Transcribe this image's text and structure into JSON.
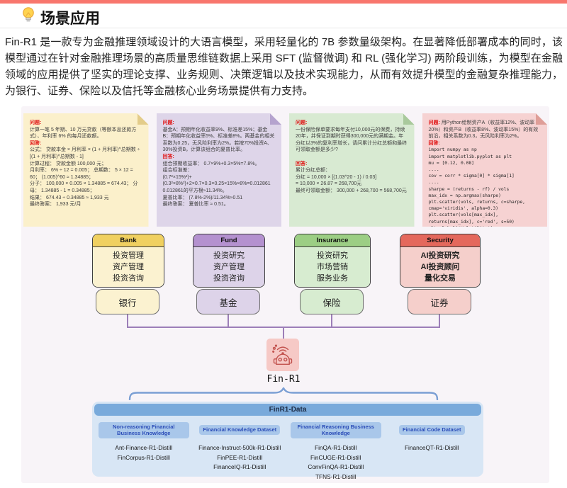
{
  "page": {
    "title": "场景应用",
    "intro": "Fin-R1 是一款专为金融推理领域设计的大语言模型，采用轻量化的 7B 参数量级架构。在显著降低部署成本的同时，该模型通过在针对金融推理场景的高质量思维链数据上采用 SFT (监督微调) 和 RL (强化学习) 两阶段训练，为模型在金融领域的应用提供了坚实的理论支撑、业务规则、决策逻辑以及技术实现能力，从而有效提升模型的金融复杂推理能力，为银行、证券、保险以及信托等金融核心业务场景提供有力支持。"
  },
  "notes": [
    {
      "q_label": "问题:",
      "q_text": "计算一笔 5 年期、10 万元贷款（等额本息还款方式）、年利率 6% 的每月还款额。",
      "a_label": "回答:",
      "a_text": "公式： 贷款本金 × 月利率 × (1 + 月利率)^总期数 ÷ [(1 + 月利率)^总期数 - 1]\n计算过程： 贷款金额 100,000 元；\n月利率： 6% ÷ 12 = 0.005； 总期数： 5 × 12 = 60； (1.005)^60 ≈ 1.34885；\n分子： 100,000 × 0.005 × 1.34885 = 674.43； 分母： 1.34885 - 1 = 0.34885；\n结果： 674.43 ÷ 0.34885 ≈ 1,933 元\n最终答案： 1,933 元/月"
    },
    {
      "q_label": "问题:",
      "q_text": "基金A：预期年化收益率9%、标准差15%；基金B：预期年化收益率5%、标准差8%。两基金的相关系数为0.25，无风险利率为2%。若按70%投资A、30%投资B，计算该组合的夏普比率。",
      "a_label": "回答:",
      "a_text": "组合预期收益率： 0.7×9%+0.3×5%=7.8%。\n组合标准差：\n(0.7²×15%²)+(0.3²×8%²)+2×0.7×0.3×0.25×15%×8%=0.012861\n0.012861的平方根≈11.34%。\n夏普比率： (7.8%-2%)/11.34%≈0.51\n最终答案： 夏普比率 ≈ 0.51。"
    },
    {
      "q_label": "问题:",
      "q_text": "一份保险保单要求每年支付10,000元的保费，持续20年，并保证到期时获得300,000元的满期金。年分红以3%的复利率增长，请问累计分红总额和最终可领取金额是多少?\n ",
      "a_label": "回答:",
      "a_text": "累计分红总额：\n分红 = 10,000 × [(1.03^20 - 1) / 0.03]\n= 10,000 × 26.87 = 268,700元\n最终可领取金额： 300,000 + 268,700 = 568,700元"
    },
    {
      "q_label": "问题:",
      "q_text": " 用Python绘制资产A（收益率12%、波动率20%）和资产B（收益率8%、波动率15%）的有效前沿，相关系数为0.3，无风险利率为2%。",
      "a_label": "回答:",
      "a_text": "import numpy as np\nimport matplotlib.pyplot as plt\nmu = [0.12, 0.08]\n....\ncov = corr * sigma[0] * sigma[1]\n....\nsharpe = (returns - rf) / vols\nmax_idx = np.argmax(sharpe)\nplt.scatter(vols, returns, c=sharpe, cmap='viridis', alpha=0.3)\nplt.scatter(vols[max_idx], returns[max_idx], c='red', s=50)\nplt.xlabel('Volatility'), plt.ylabel('Return')\nplt.show()"
    }
  ],
  "industries": [
    {
      "name": "Bank",
      "items": [
        "投资管理",
        "资产管理",
        "投资咨询"
      ],
      "label": "银行"
    },
    {
      "name": "Fund",
      "items": [
        "投资研究",
        "资产管理",
        "投资咨询"
      ],
      "label": "基金"
    },
    {
      "name": "Insurance",
      "items": [
        "投资研究",
        "市场营销",
        "服务业务"
      ],
      "label": "保险"
    },
    {
      "name": "Security",
      "items": [
        "AI投资研究",
        "AI投资顾问",
        "量化交易"
      ],
      "label": "证券"
    }
  ],
  "model": {
    "name": "Fin-R1"
  },
  "data_section": {
    "title": "FinR1-Data",
    "groups": [
      {
        "header": "Non-reasoning Financial Business Knowledge",
        "datasets": [
          "Ant-Finance-R1-Distill",
          "FinCorpus-R1-Distill"
        ]
      },
      {
        "header": "Financial Knowledge Dataset",
        "datasets": [
          "Finance-Instruct-500k-R1-Distill",
          "FinPEE-R1-Distill",
          "FinanceIQ-R1-Distill"
        ]
      },
      {
        "header": "Financial Reasoning Business Knowledge",
        "datasets": [
          "FinQA-R1-Distill",
          "FinCUGE-R1-Distill",
          "ConvFinQA-R1-Distill",
          "TFNS-R1-Distill"
        ]
      },
      {
        "header": "Financial Code Dataset",
        "datasets": [
          "FinanceQT-R1-Distill"
        ]
      }
    ]
  },
  "colors": {
    "accent_bar": "#f8766d",
    "connector": "#9c7eb8",
    "brace": "#7b9fd4",
    "data_header_bg": "#79aadb",
    "data_bg": "#d8e6f5",
    "pill_bg": "#a9c7ea",
    "note_yellow": "#fbf0cb",
    "note_purple": "#ded5e9",
    "note_green": "#d8ead2",
    "note_red": "#f6d2d2",
    "bank_header": "#f0d060",
    "fund_header": "#b491cf",
    "insurance_header": "#9cce84",
    "security_header": "#e4685c",
    "qa_label": "#e01515"
  }
}
